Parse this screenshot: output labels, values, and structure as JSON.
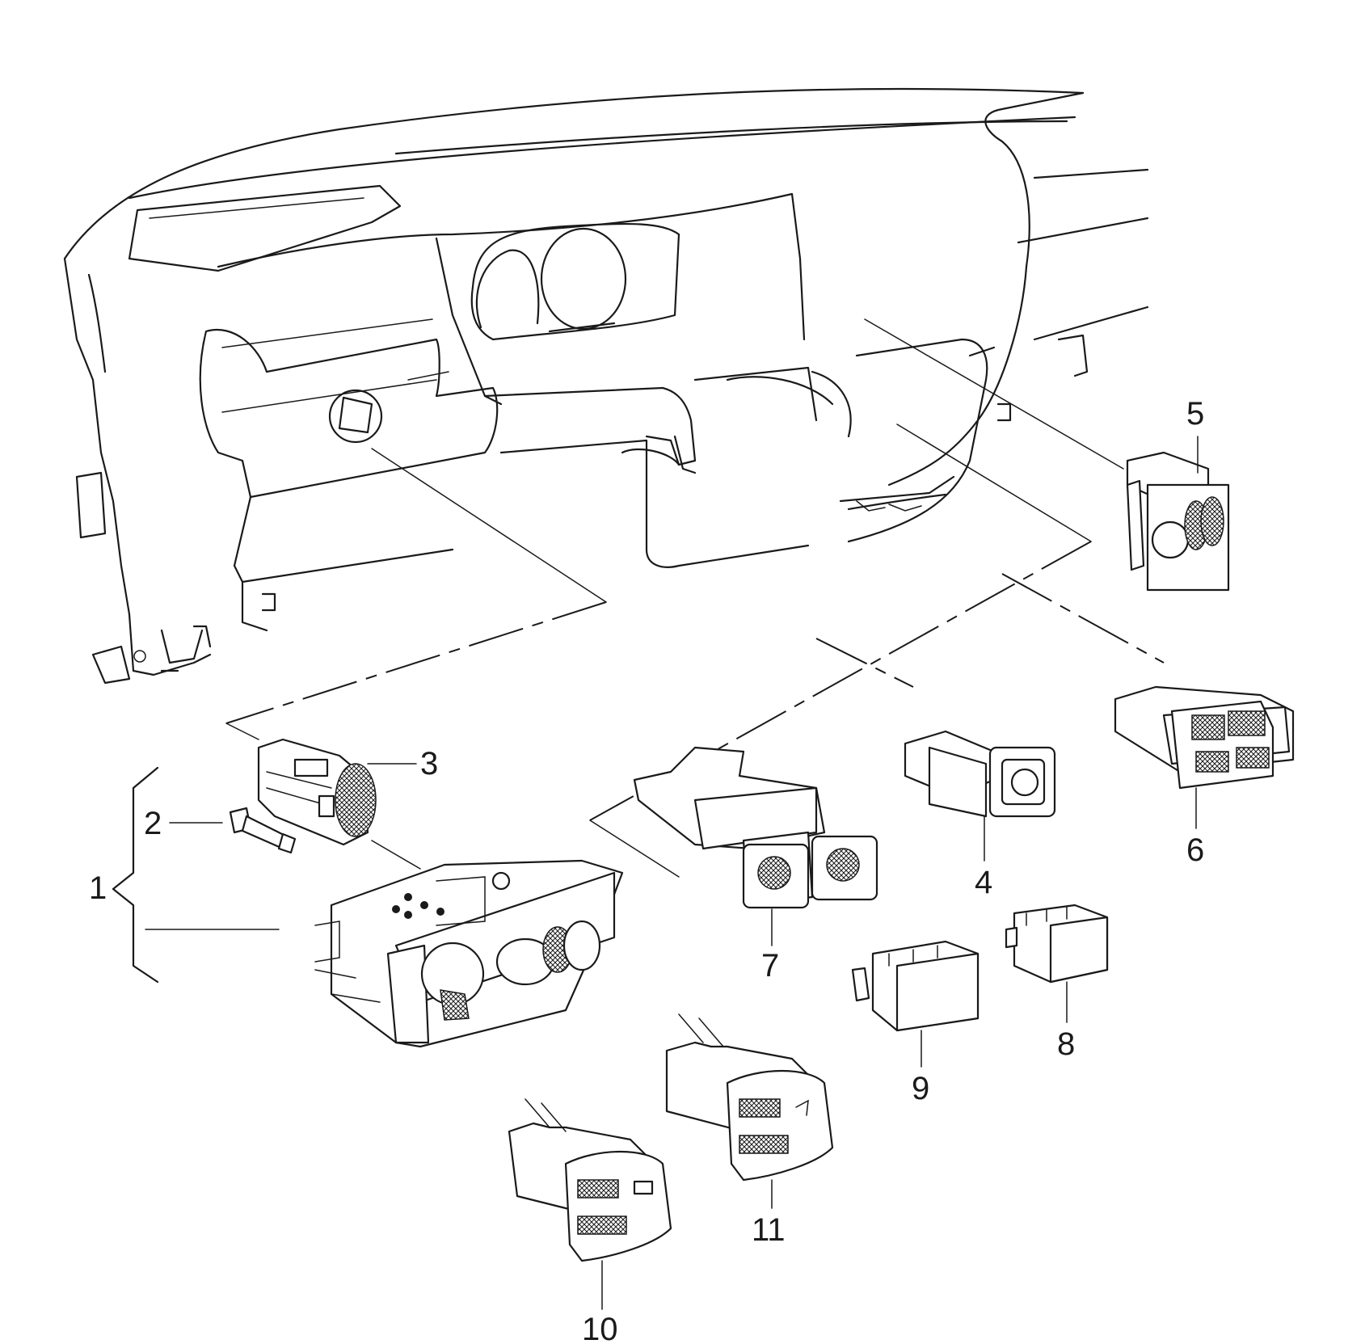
{
  "callouts": [
    {
      "id": "1",
      "text": "1"
    },
    {
      "id": "2",
      "text": "2"
    },
    {
      "id": "3",
      "text": "3"
    },
    {
      "id": "4",
      "text": "4"
    },
    {
      "id": "5",
      "text": "5"
    },
    {
      "id": "6",
      "text": "6"
    },
    {
      "id": "7",
      "text": "7"
    },
    {
      "id": "8",
      "text": "8"
    },
    {
      "id": "9",
      "text": "9"
    },
    {
      "id": "10",
      "text": "10"
    },
    {
      "id": "11",
      "text": "11"
    }
  ],
  "colors": {
    "line": "#1a1a1a",
    "background": "#ffffff"
  }
}
